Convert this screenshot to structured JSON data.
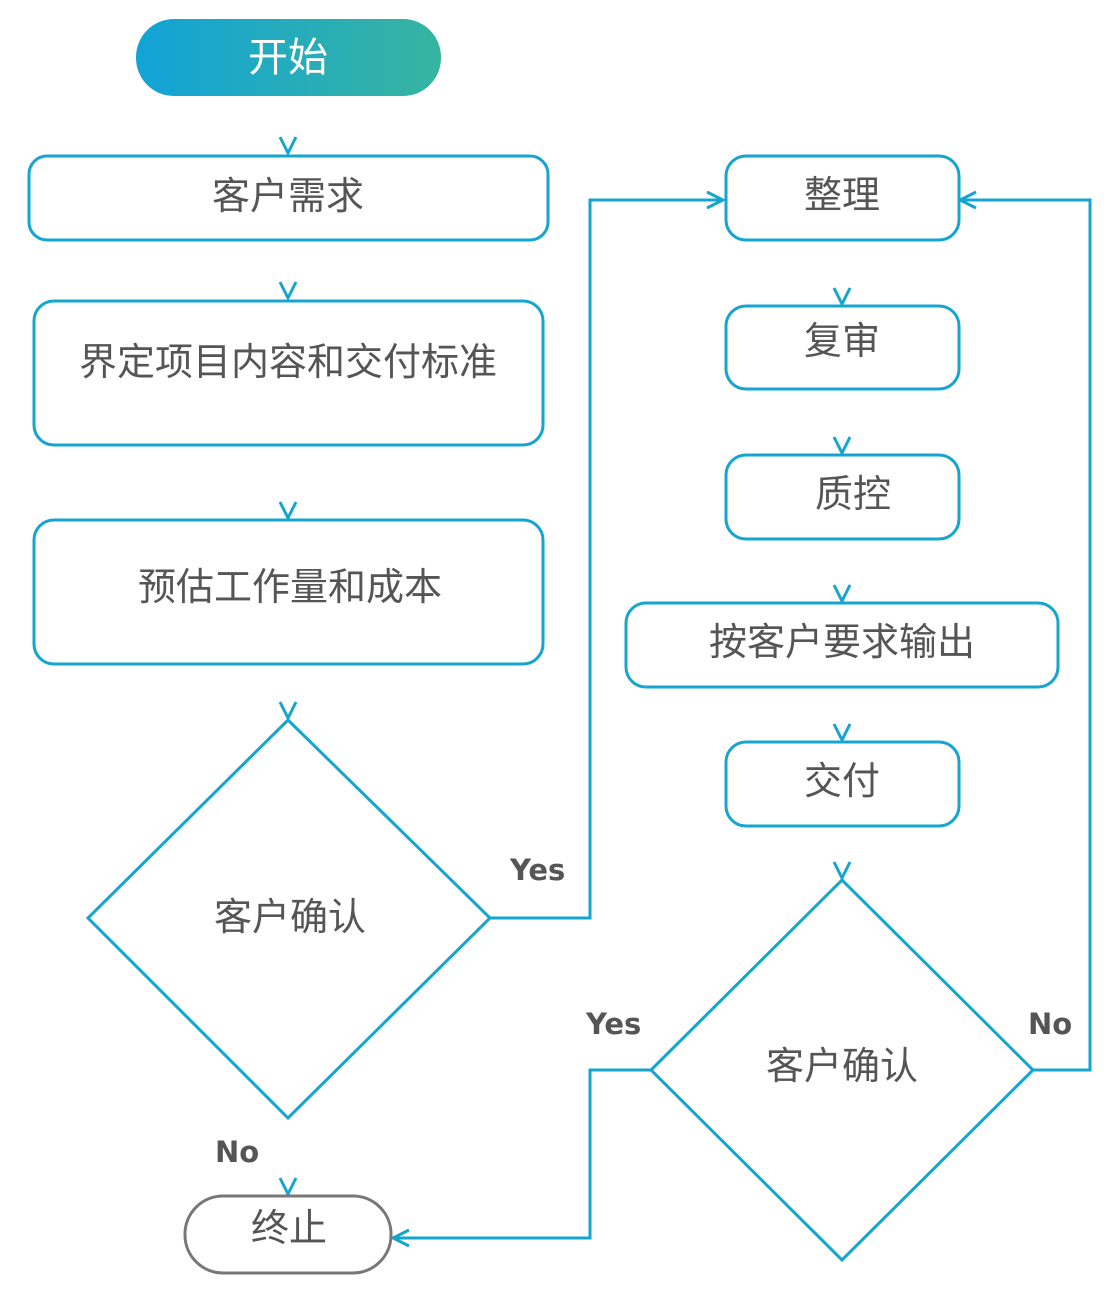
{
  "colors": {
    "stroke": "#15A5CF",
    "connector_gradient_mid": "#41B6A4",
    "start_fill_left": "#12A3D7",
    "start_fill_right": "#37B4A0",
    "end_stroke": "#777777",
    "text": "#555555",
    "label": "#555555"
  },
  "nodes": {
    "start": "开始",
    "customer_request": "客户需求",
    "define_scope": "界定项目内容和交付标准",
    "estimate": "预估工作量和成本",
    "confirm_left": "客户确认",
    "organize": "整理",
    "review": "复审",
    "quality_control": "质控",
    "output": "按客户要求输出",
    "deliver": "交付",
    "confirm_right": "客户确认",
    "end": "终止"
  },
  "labels": {
    "left_yes": "Yes",
    "left_no": "No",
    "right_yes": "Yes",
    "right_no": "No"
  }
}
